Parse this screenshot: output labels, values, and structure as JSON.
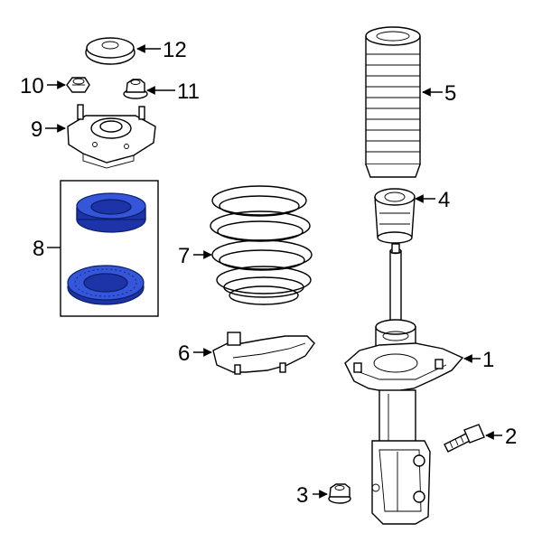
{
  "diagram": {
    "highlight_color": "#3556d8",
    "highlight_dark": "#1c34a8",
    "line_color": "#000000",
    "callouts": [
      {
        "id": "1",
        "label": "1",
        "part": "strut-assembly"
      },
      {
        "id": "2",
        "label": "2",
        "part": "bolt"
      },
      {
        "id": "3",
        "label": "3",
        "part": "nut"
      },
      {
        "id": "4",
        "label": "4",
        "part": "bump-stop"
      },
      {
        "id": "5",
        "label": "5",
        "part": "dust-boot"
      },
      {
        "id": "6",
        "label": "6",
        "part": "lower-spring-insulator"
      },
      {
        "id": "7",
        "label": "7",
        "part": "coil-spring"
      },
      {
        "id": "8",
        "label": "8",
        "part": "strut-bearing-kit"
      },
      {
        "id": "9",
        "label": "9",
        "part": "strut-mount"
      },
      {
        "id": "10",
        "label": "10",
        "part": "mount-nut"
      },
      {
        "id": "11",
        "label": "11",
        "part": "flange-nut"
      },
      {
        "id": "12",
        "label": "12",
        "part": "dust-cap"
      }
    ]
  }
}
